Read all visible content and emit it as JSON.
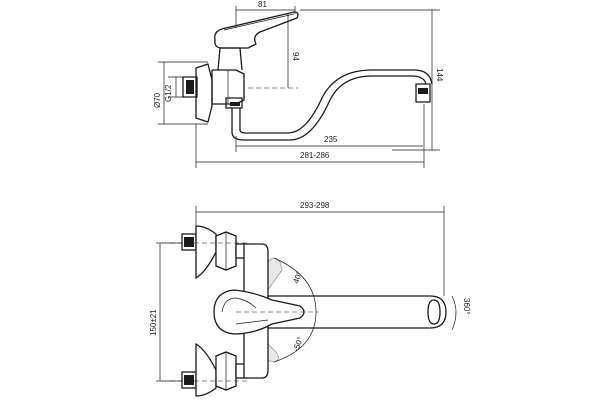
{
  "side_view": {
    "dim_lever": "81",
    "dim_height": "94",
    "dim_total_height": "144",
    "dim_flange": "Ø70",
    "dim_thread": "G1/2",
    "dim_spout": "235",
    "dim_overall_length": "281-286"
  },
  "front_view": {
    "dim_overall_length": "293-298",
    "dim_centers": "150±21",
    "dim_angle_up": "40°",
    "dim_angle_down": "-50°",
    "dim_swivel": "360°"
  }
}
